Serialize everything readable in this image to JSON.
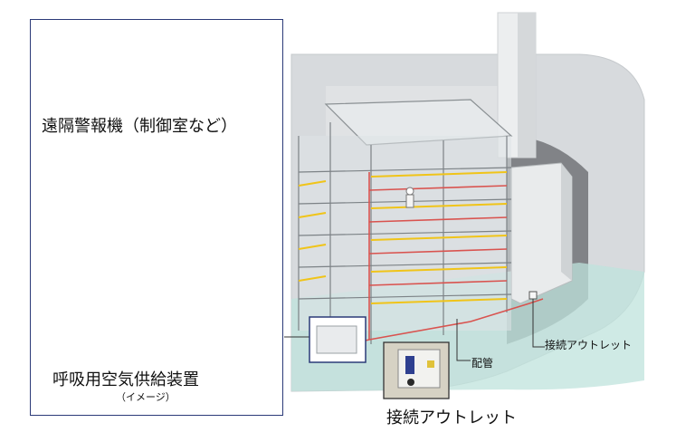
{
  "labels": {
    "remote_alarm": "遠隔警報機（制御室など）",
    "air_supply_unit": "呼吸用空気供給装置",
    "image_note": "（イメージ）",
    "piping": "配管",
    "outlet_small": "接続アウトレット",
    "outlet_large": "接続アウトレット"
  },
  "colors": {
    "panel_border": "#2b3a78",
    "piping": "#d9534f",
    "scaffold": "#f0c419",
    "building": "#d9dde0",
    "water": "#bde3dc"
  }
}
